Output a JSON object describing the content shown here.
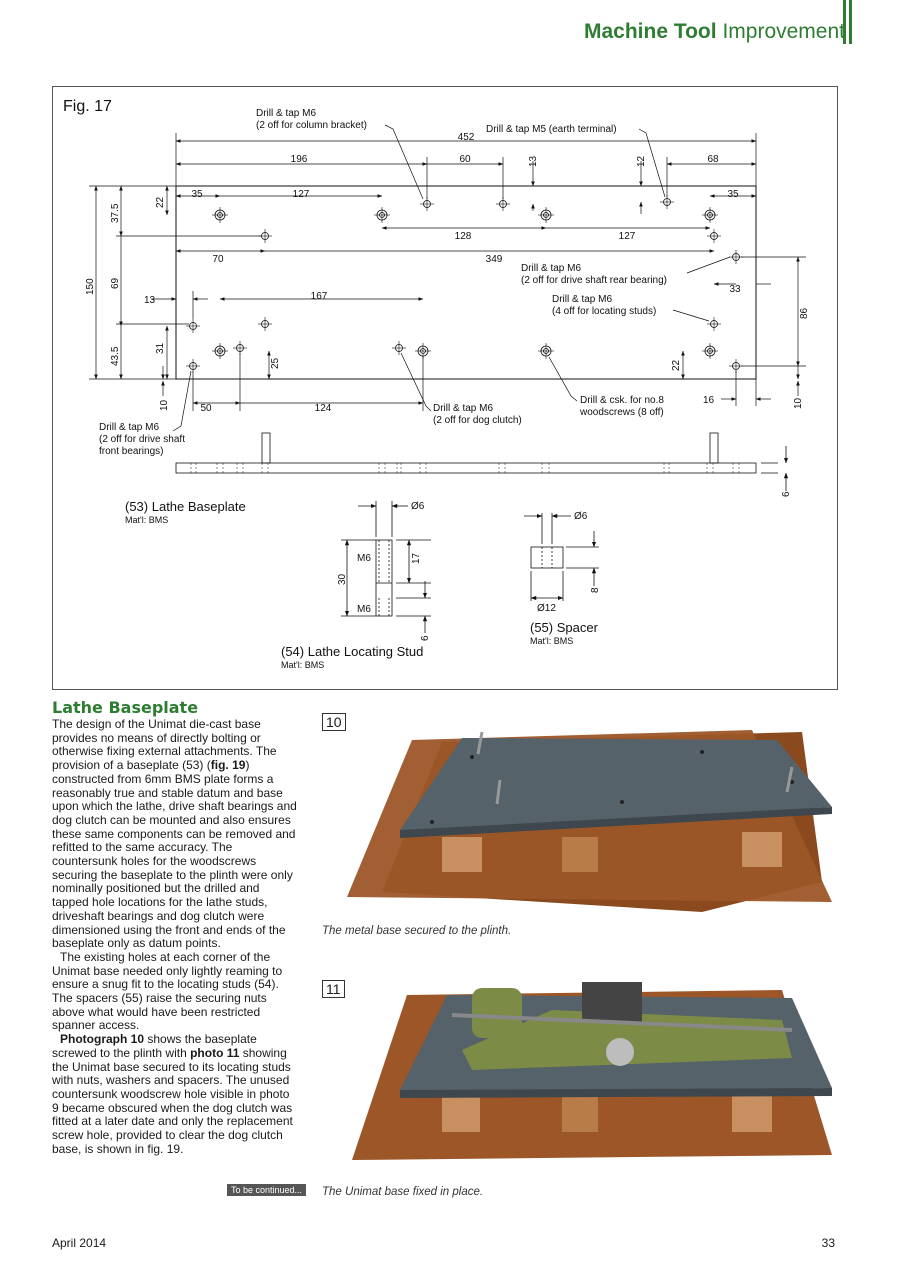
{
  "header": {
    "bold": "Machine Tool",
    "light": "Improvement"
  },
  "figure": {
    "label": "Fig. 17",
    "baseplate_title": "(53) Lathe Baseplate",
    "baseplate_mat": "Mat'l: BMS",
    "stud_title": "(54) Lathe Locating Stud",
    "stud_mat": "Mat'l: BMS",
    "spacer_title": "(55) Spacer",
    "spacer_mat": "Mat'l: BMS",
    "notes": {
      "column": [
        "Drill & tap M6",
        "(2 off for column bracket)"
      ],
      "earth": "Drill & tap M5 (earth terminal)",
      "rear": [
        "Drill & tap M6",
        "(2 off for drive shaft rear bearing)"
      ],
      "studs": [
        "Drill & tap M6",
        "(4 off for locating studs)"
      ],
      "front": [
        "Drill & tap M6",
        "(2 off for drive shaft",
        "front bearings)"
      ],
      "dog": [
        "Drill & tap M6",
        "(2 off for dog clutch)"
      ],
      "csk": [
        "Drill & csk. for no.8",
        "woodscrews (8 off)"
      ]
    },
    "dims": {
      "d452": "452",
      "d196": "196",
      "d60": "60",
      "d13": "13",
      "d12": "12",
      "d68": "68",
      "d35a": "35",
      "d127a": "127",
      "d35b": "35",
      "d22": "22",
      "d37_5": "37.5",
      "d150": "150",
      "d69": "69",
      "d43_5": "43.5",
      "d31": "31",
      "d128": "128",
      "d127b": "127",
      "d70": "70",
      "d349": "349",
      "d33": "33",
      "d86": "86",
      "d13b": "13",
      "d167": "167",
      "d25": "25",
      "d22b": "22",
      "d10a": "10",
      "d50": "50",
      "d124": "124",
      "d16": "16",
      "d10b": "10",
      "d6": "6",
      "dia6a": "Ø6",
      "m6a": "M6",
      "d17": "17",
      "d30": "30",
      "m6b": "M6",
      "d6b": "6",
      "dia6b": "Ø6",
      "d8": "8",
      "dia12": "Ø12"
    }
  },
  "article": {
    "title": "Lathe Baseplate",
    "p1_a": "The design of the Unimat die-cast base provides no means of directly bolting or otherwise fixing external attachments. The provision of a baseplate (53) (",
    "p1_b": "fig. 19",
    "p1_c": ") constructed from 6mm BMS plate forms a reasonably true and stable datum and base upon which the lathe, drive shaft bearings and dog clutch can be mounted and also ensures these same components can be removed and refitted to the same accuracy. The countersunk holes for the woodscrews securing the baseplate to the plinth were only nominally positioned but the drilled and tapped hole locations for the lathe studs, driveshaft bearings and dog clutch were dimensioned using the front and ends of the baseplate only as datum points.",
    "p2": "The existing holes at each corner of the Unimat base needed only lightly reaming to ensure a snug fit to the locating studs (54). The spacers (55) raise the securing nuts above what would have been restricted spanner access.",
    "p3_a": "Photograph 10",
    "p3_b": " shows the baseplate screwed to the plinth with ",
    "p3_c": "photo 11",
    "p3_d": " showing the Unimat base secured to its locating studs with nuts, washers and spacers. The unused countersunk woodscrew hole visible in photo 9 became obscured when the dog clutch was fitted at a later date and only the replacement screw hole, provided to clear the dog clutch base, is shown in fig. 19.",
    "to_be_continued": "To be continued..."
  },
  "photos": [
    {
      "number": "10",
      "caption": "The metal base secured to the plinth."
    },
    {
      "number": "11",
      "caption": "The Unimat base fixed in place."
    }
  ],
  "footer": {
    "date": "April 2014",
    "page": "33"
  },
  "colors": {
    "accent": "#2e7d32",
    "wood": "#8a4a1e",
    "steel": "#55626a"
  }
}
